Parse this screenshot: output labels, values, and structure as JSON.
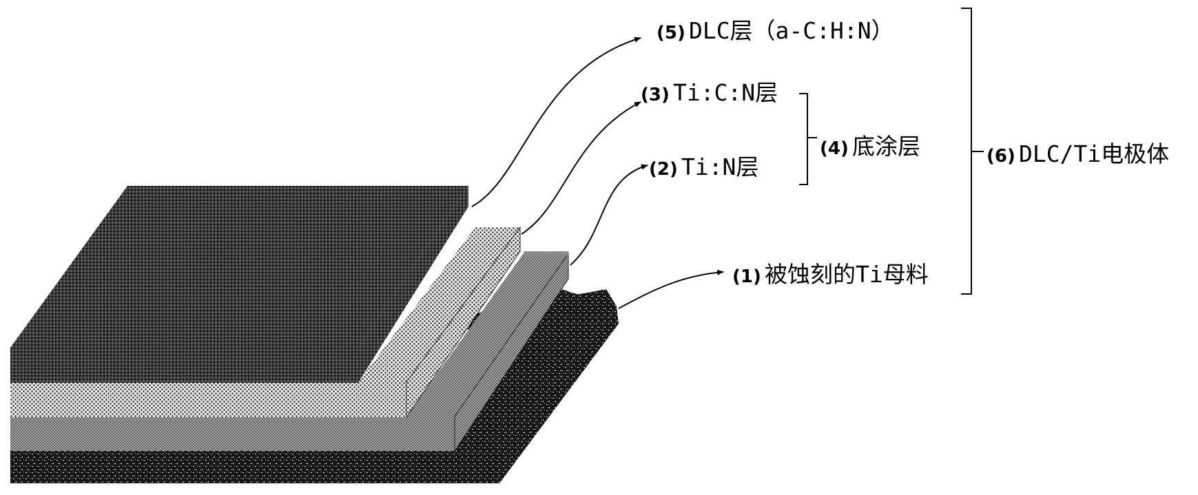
{
  "labels": {
    "dlc": {
      "num": "(5)",
      "text": "DLC层（a-C:H:N）"
    },
    "ticn": {
      "num": "(3)",
      "text": "Ti:C:N层"
    },
    "tin": {
      "num": "(2)",
      "text": "Ti:N层"
    },
    "undercoat": {
      "num": "(4)",
      "text": "底涂层"
    },
    "substrate": {
      "num": "(1)",
      "text": "被蚀刻的Ti母料"
    },
    "body": {
      "num": "(6)",
      "text": "DLC/Ti电极体"
    }
  },
  "colors": {
    "dlc": "#2d2d2d",
    "ticn": "#c9c9c9",
    "tin": "#9a9a9a",
    "substrate": "#141414",
    "line": "#000000"
  }
}
